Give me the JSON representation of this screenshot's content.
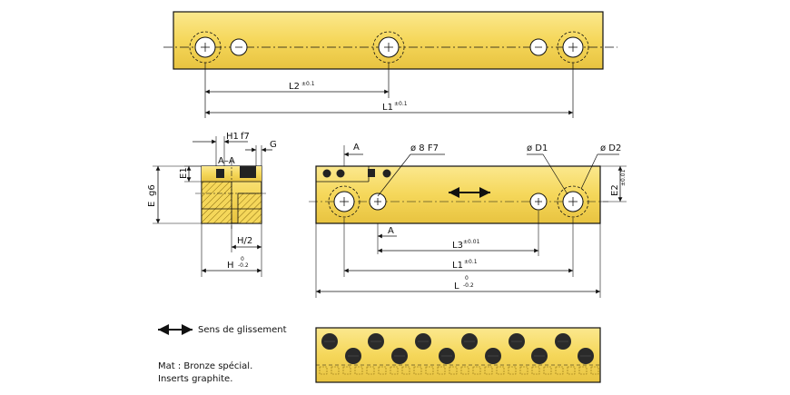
{
  "colors": {
    "bronze": "#f5d75a",
    "bronze_light": "#fbe88e",
    "bronze_dark": "#c9a227",
    "graphite": "#222222",
    "line": "#111111",
    "hatch": "#8a6d10"
  },
  "top_view": {
    "dim_l2": "L2",
    "dim_l2_tol": "±0.1",
    "dim_l1": "L1",
    "dim_l1_tol": "±0.1"
  },
  "section_view": {
    "label_h1": "H1",
    "label_f7": "f7",
    "label_g": "G",
    "label_section": "A–A",
    "label_e1": "E1",
    "label_e": "E",
    "label_g6": "g6",
    "label_h_half": "H/2",
    "label_h": "H",
    "label_h_tol_up": "0",
    "label_h_tol_down": "-0.2"
  },
  "side_view": {
    "label_a_top": "A",
    "label_a_bottom": "A",
    "label_hole8": "ø 8 F7",
    "label_d1": "ø D1",
    "label_d2": "ø D2",
    "label_e2": "E2",
    "label_e2_tol": "±0.01",
    "dim_l3": "L3",
    "dim_l3_tol": "±0.01",
    "dim_l1": "L1",
    "dim_l1_tol": "±0.1",
    "dim_l": "L",
    "dim_l_tol_up": "0",
    "dim_l_tol_down": "-0.2"
  },
  "legend": {
    "sliding_direction": "Sens de glissement"
  },
  "notes": {
    "material_line1": "Mat : Bronze spécial.",
    "material_line2": "Inserts graphite."
  }
}
